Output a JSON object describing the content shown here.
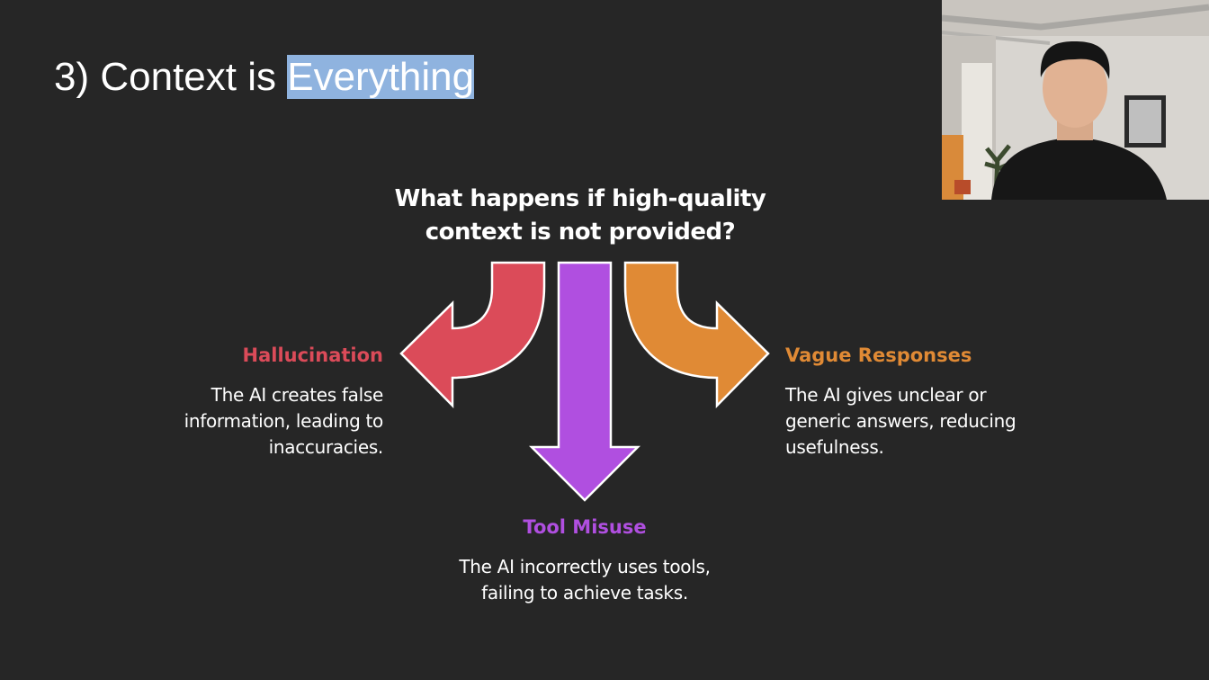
{
  "slide": {
    "title_prefix": "3) Context is ",
    "title_highlight": "Everything"
  },
  "diagram": {
    "question_line1": "What happens if high-quality",
    "question_line2": "context is not provided?",
    "branches": [
      {
        "heading": "Hallucination",
        "body_lines": [
          "The AI creates false",
          "information, leading to",
          "inaccuracies."
        ],
        "color": "#db4b59"
      },
      {
        "heading": "Tool Misuse",
        "body_lines": [
          "The AI incorrectly uses tools,",
          "failing to achieve tasks."
        ],
        "color": "#b04fe0"
      },
      {
        "heading": "Vague Responses",
        "body_lines": [
          "The AI gives unclear or",
          "generic answers, reducing",
          "usefulness."
        ],
        "color": "#e08a35"
      }
    ]
  },
  "colors": {
    "background": "#262626",
    "title_highlight": "#8fb3df"
  },
  "webcam": {
    "icon": "presenter-video"
  }
}
